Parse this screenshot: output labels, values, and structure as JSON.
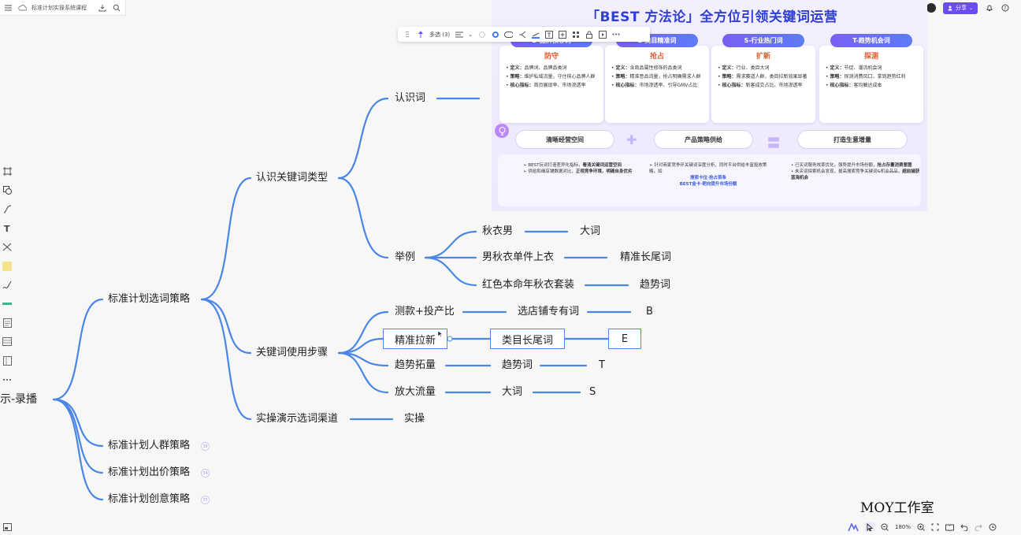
{
  "topbar": {
    "doc_title": "标准计划实操系统课程"
  },
  "share": {
    "label": "分享"
  },
  "format_toolbar": {
    "multi_select": "多选 (3)",
    "zoom_sep": "⌄"
  },
  "slide": {
    "title": "「BEST 方法论」全方位引领关键词运营",
    "columns": [
      {
        "head": "B-品牌核心词",
        "action": "防守",
        "lines": [
          {
            "k": "定义：",
            "v": "品牌词、品牌品类词"
          },
          {
            "k": "策略：",
            "v": "维护私域流量，守住核心品牌人群"
          },
          {
            "k": "核心指标：",
            "v": "首页展现率、市场渗透率"
          }
        ]
      },
      {
        "head": "E-类目精准词",
        "action": "抢占",
        "lines": [
          {
            "k": "定义：",
            "v": "含商品属性修饰的品类词"
          },
          {
            "k": "策略：",
            "v": "精准意品流量，抢占明确需求人群"
          },
          {
            "k": "核心指标：",
            "v": "市场渗透率、引导GMV占比"
          }
        ]
      },
      {
        "head": "S-行业热门词",
        "action": "扩新",
        "lines": [
          {
            "k": "定义：",
            "v": "行业、类目大词"
          },
          {
            "k": "策略：",
            "v": "需求赛道人群，类目拉新效果显著"
          },
          {
            "k": "核心指标：",
            "v": "新客成交占比、市场渗透率"
          }
        ]
      },
      {
        "head": "T-趋势机会词",
        "action": "探测",
        "lines": [
          {
            "k": "定义：",
            "v": "节促、潮流机会词"
          },
          {
            "k": "策略：",
            "v": "探测消费风口，拿到趋势红利"
          },
          {
            "k": "核心指标：",
            "v": "客均触达成本"
          }
        ]
      }
    ],
    "pills": [
      "清晰经营空间",
      "产品策略供给",
      "打造生意增量"
    ],
    "bottom": {
      "c1_l1": "BEST玩词打造差异化指标，",
      "c1_l1b": "看清关键词运营空间",
      "c1_l2": "供给和细店铺数据对比，",
      "c1_l2b": "正视竞争环境，明确自身优劣",
      "c2_l1": "针对商家竞争环关键词深度分析，同时平台供给丰富投放策略，如",
      "c2_l2": "搜索卡位·抢占首条",
      "c2_l3": "BEST金卡·靶向提升市场份额",
      "c3_l1": "已买词服务效率优化，强势提升市场份额，",
      "c3_l1b": "抢占存量消费意图",
      "c3_l2": "未买词探索机会发现，拔高搜索竞争关键词&机会品品，",
      "c3_l2b": "超前捕获蓝海机会"
    }
  },
  "mindmap": {
    "root": "示-录播",
    "n_xuanci": "标准计划选词策略",
    "n_renqun": "标准计划人群策略",
    "n_chujia": "标准计划出价策略",
    "n_chuangyi": "标准计划创意策略",
    "n_leixing": "认识关键词类型",
    "n_renshici": "认识词",
    "n_juli": "举例",
    "n_ex1": "秋衣男",
    "n_ex1r": "大词",
    "n_ex2": "男秋衣单件上衣",
    "n_ex2r": "精准长尾词",
    "n_ex3": "红色本命年秋衣套装",
    "n_ex3r": "趋势词",
    "n_buzhou": "关键词使用步骤",
    "n_s1": "测款+投产比",
    "n_s1m": "选店铺专有词",
    "n_s1r": "B",
    "n_s2": "精准拉新",
    "n_s2m": "类目长尾词",
    "n_s2r": "E",
    "n_s3": "趋势拓量",
    "n_s3m": "趋势词",
    "n_s3r": "T",
    "n_s4": "放大流量",
    "n_s4m": "大词",
    "n_s4r": "S",
    "n_qudao": "实操演示选词渠道",
    "n_qudao_r": "实操",
    "badges": [
      "38",
      "34",
      "35"
    ]
  },
  "bottombar": {
    "zoom": "180%"
  },
  "watermark": "MOY工作室",
  "colors": {
    "branch": "#4a86e8",
    "accent": "#6a4cf0"
  }
}
